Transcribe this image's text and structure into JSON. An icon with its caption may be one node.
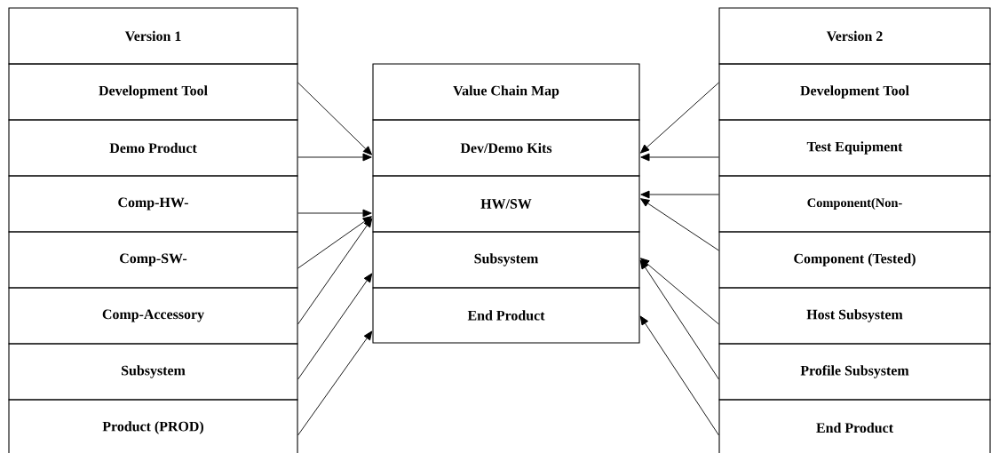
{
  "diagram": {
    "nodes": [
      {
        "text": [
          "Version 1"
        ]
      },
      {
        "text": [
          "Development Tool"
        ]
      },
      {
        "text": [
          "Demo Product"
        ]
      },
      {
        "text": [
          "Comp-HW-"
        ]
      },
      {
        "text": [
          "Comp-SW-"
        ]
      },
      {
        "text": [
          "Comp-Accessory"
        ]
      },
      {
        "text": [
          "Subsystem"
        ]
      },
      {
        "text": [
          "Product (PROD)"
        ]
      },
      {
        "text": [
          "Value Chain Map"
        ]
      },
      {
        "text": [
          "Dev/Demo Kits"
        ]
      },
      {
        "text": [
          "HW/SW"
        ]
      },
      {
        "text": [
          "Subsystem"
        ]
      },
      {
        "text": [
          "End Product"
        ]
      },
      {
        "text": [
          "Version 2"
        ]
      },
      {
        "text": [
          "Development Tool"
        ]
      },
      {
        "text": [
          "Test Equipment"
        ]
      },
      {
        "text": [
          "Component(Non-"
        ]
      },
      {
        "text": [
          "Component (Tested)"
        ]
      },
      {
        "text": [
          "Host Subsystem"
        ]
      },
      {
        "text": [
          "Profile Subsystem"
        ]
      },
      {
        "text": [
          "End Product"
        ]
      }
    ],
    "edges": [
      {
        "from": 1,
        "to": 9,
        "arrow": "to"
      },
      {
        "from": 2,
        "to": 9,
        "arrow": "to"
      },
      {
        "from": 3,
        "to": 10,
        "arrow": "to"
      },
      {
        "from": 4,
        "to": 10,
        "arrow": "to"
      },
      {
        "from": 5,
        "to": 10,
        "arrow": "to"
      },
      {
        "from": 6,
        "to": 11,
        "arrow": "to"
      },
      {
        "from": 7,
        "to": 12,
        "arrow": "to"
      },
      {
        "from": 14,
        "to": 9,
        "arrow": "to"
      },
      {
        "from": 15,
        "to": 9,
        "arrow": "to"
      },
      {
        "from": 16,
        "to": 10,
        "arrow": "to"
      },
      {
        "from": 17,
        "to": 10,
        "arrow": "to"
      },
      {
        "from": 18,
        "to": 11,
        "arrow": "to"
      },
      {
        "from": 19,
        "to": 11,
        "arrow": "to"
      },
      {
        "from": 20,
        "to": 12,
        "arrow": "to"
      }
    ]
  }
}
